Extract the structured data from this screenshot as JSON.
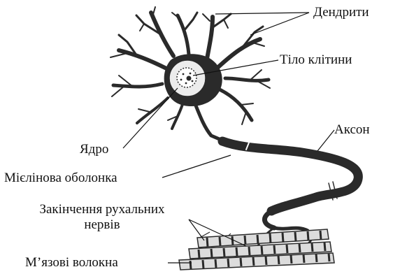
{
  "labels": {
    "dendrites": "Дендрити",
    "cell_body": "Тіло клітини",
    "nucleus": "Ядро",
    "axon": "Аксон",
    "myelin_sheath": "Мієлінова оболонка",
    "motor_nerve_endings_line1": "Закінчення рухальних",
    "motor_nerve_endings_line2": "нервів",
    "muscle_fibers": "М’язові волокна"
  },
  "colors": {
    "ink": "#2a2a2a",
    "soma_fill": "#ececec",
    "muscle_fill": "#dcdcdc",
    "background": "#ffffff"
  }
}
